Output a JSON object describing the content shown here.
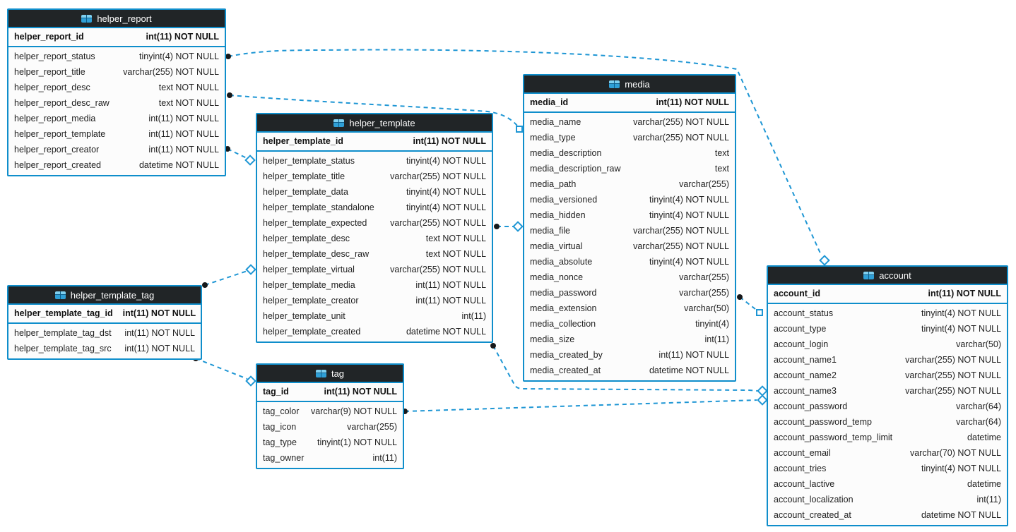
{
  "diagram": {
    "colors": {
      "accent_blue": "#0f8ecb",
      "relation_line_blue": "#1e96d4",
      "header_bg": "#212527",
      "header_text": "#ffffff",
      "row_text": "#222222",
      "body_bg": "#fcfcfc",
      "table_icon_blue": "#2f9fd6"
    },
    "tables": [
      {
        "name": "helper_report",
        "pk": {
          "field": "helper_report_id",
          "type": "int(11) NOT NULL"
        },
        "columns": [
          {
            "field": "helper_report_status",
            "type": "tinyint(4) NOT NULL"
          },
          {
            "field": "helper_report_title",
            "type": "varchar(255) NOT NULL"
          },
          {
            "field": "helper_report_desc",
            "type": "text NOT NULL"
          },
          {
            "field": "helper_report_desc_raw",
            "type": "text NOT NULL"
          },
          {
            "field": "helper_report_media",
            "type": "int(11) NOT NULL"
          },
          {
            "field": "helper_report_template",
            "type": "int(11) NOT NULL"
          },
          {
            "field": "helper_report_creator",
            "type": "int(11) NOT NULL"
          },
          {
            "field": "helper_report_created",
            "type": "datetime NOT NULL"
          }
        ]
      },
      {
        "name": "helper_template",
        "pk": {
          "field": "helper_template_id",
          "type": "int(11) NOT NULL"
        },
        "columns": [
          {
            "field": "helper_template_status",
            "type": "tinyint(4) NOT NULL"
          },
          {
            "field": "helper_template_title",
            "type": "varchar(255) NOT NULL"
          },
          {
            "field": "helper_template_data",
            "type": "tinyint(4) NOT NULL"
          },
          {
            "field": "helper_template_standalone",
            "type": "tinyint(4) NOT NULL"
          },
          {
            "field": "helper_template_expected",
            "type": "varchar(255) NOT NULL"
          },
          {
            "field": "helper_template_desc",
            "type": "text NOT NULL"
          },
          {
            "field": "helper_template_desc_raw",
            "type": "text NOT NULL"
          },
          {
            "field": "helper_template_virtual",
            "type": "varchar(255) NOT NULL"
          },
          {
            "field": "helper_template_media",
            "type": "int(11) NOT NULL"
          },
          {
            "field": "helper_template_creator",
            "type": "int(11) NOT NULL"
          },
          {
            "field": "helper_template_unit",
            "type": "int(11)"
          },
          {
            "field": "helper_template_created",
            "type": "datetime NOT NULL"
          }
        ]
      },
      {
        "name": "media",
        "pk": {
          "field": "media_id",
          "type": "int(11) NOT NULL"
        },
        "columns": [
          {
            "field": "media_name",
            "type": "varchar(255) NOT NULL"
          },
          {
            "field": "media_type",
            "type": "varchar(255) NOT NULL"
          },
          {
            "field": "media_description",
            "type": "text"
          },
          {
            "field": "media_description_raw",
            "type": "text"
          },
          {
            "field": "media_path",
            "type": "varchar(255)"
          },
          {
            "field": "media_versioned",
            "type": "tinyint(4) NOT NULL"
          },
          {
            "field": "media_hidden",
            "type": "tinyint(4) NOT NULL"
          },
          {
            "field": "media_file",
            "type": "varchar(255) NOT NULL"
          },
          {
            "field": "media_virtual",
            "type": "varchar(255) NOT NULL"
          },
          {
            "field": "media_absolute",
            "type": "tinyint(4) NOT NULL"
          },
          {
            "field": "media_nonce",
            "type": "varchar(255)"
          },
          {
            "field": "media_password",
            "type": "varchar(255)"
          },
          {
            "field": "media_extension",
            "type": "varchar(50)"
          },
          {
            "field": "media_collection",
            "type": "tinyint(4)"
          },
          {
            "field": "media_size",
            "type": "int(11)"
          },
          {
            "field": "media_created_by",
            "type": "int(11) NOT NULL"
          },
          {
            "field": "media_created_at",
            "type": "datetime NOT NULL"
          }
        ]
      },
      {
        "name": "account",
        "pk": {
          "field": "account_id",
          "type": "int(11) NOT NULL"
        },
        "columns": [
          {
            "field": "account_status",
            "type": "tinyint(4) NOT NULL"
          },
          {
            "field": "account_type",
            "type": "tinyint(4) NOT NULL"
          },
          {
            "field": "account_login",
            "type": "varchar(50)"
          },
          {
            "field": "account_name1",
            "type": "varchar(255) NOT NULL"
          },
          {
            "field": "account_name2",
            "type": "varchar(255) NOT NULL"
          },
          {
            "field": "account_name3",
            "type": "varchar(255) NOT NULL"
          },
          {
            "field": "account_password",
            "type": "varchar(64)"
          },
          {
            "field": "account_password_temp",
            "type": "varchar(64)"
          },
          {
            "field": "account_password_temp_limit",
            "type": "datetime"
          },
          {
            "field": "account_email",
            "type": "varchar(70) NOT NULL"
          },
          {
            "field": "account_tries",
            "type": "tinyint(4) NOT NULL"
          },
          {
            "field": "account_lactive",
            "type": "datetime"
          },
          {
            "field": "account_localization",
            "type": "int(11)"
          },
          {
            "field": "account_created_at",
            "type": "datetime NOT NULL"
          }
        ]
      },
      {
        "name": "helper_template_tag",
        "pk": {
          "field": "helper_template_tag_id",
          "type": "int(11) NOT NULL"
        },
        "columns": [
          {
            "field": "helper_template_tag_dst",
            "type": "int(11) NOT NULL"
          },
          {
            "field": "helper_template_tag_src",
            "type": "int(11) NOT NULL"
          }
        ]
      },
      {
        "name": "tag",
        "pk": {
          "field": "tag_id",
          "type": "int(11) NOT NULL"
        },
        "columns": [
          {
            "field": "tag_color",
            "type": "varchar(9) NOT NULL"
          },
          {
            "field": "tag_icon",
            "type": "varchar(255)"
          },
          {
            "field": "tag_type",
            "type": "tinyint(1) NOT NULL"
          },
          {
            "field": "tag_owner",
            "type": "int(11)"
          }
        ]
      }
    ],
    "relations": [
      {
        "from": "helper_report",
        "to": "account"
      },
      {
        "from": "helper_report",
        "to": "media"
      },
      {
        "from": "helper_report",
        "to": "helper_template"
      },
      {
        "from": "helper_template_tag",
        "to": "helper_template"
      },
      {
        "from": "helper_template_tag",
        "to": "tag"
      },
      {
        "from": "helper_template",
        "to": "media"
      },
      {
        "from": "helper_template",
        "to": "account"
      },
      {
        "from": "media",
        "to": "account"
      },
      {
        "from": "tag",
        "to": "account"
      }
    ]
  }
}
